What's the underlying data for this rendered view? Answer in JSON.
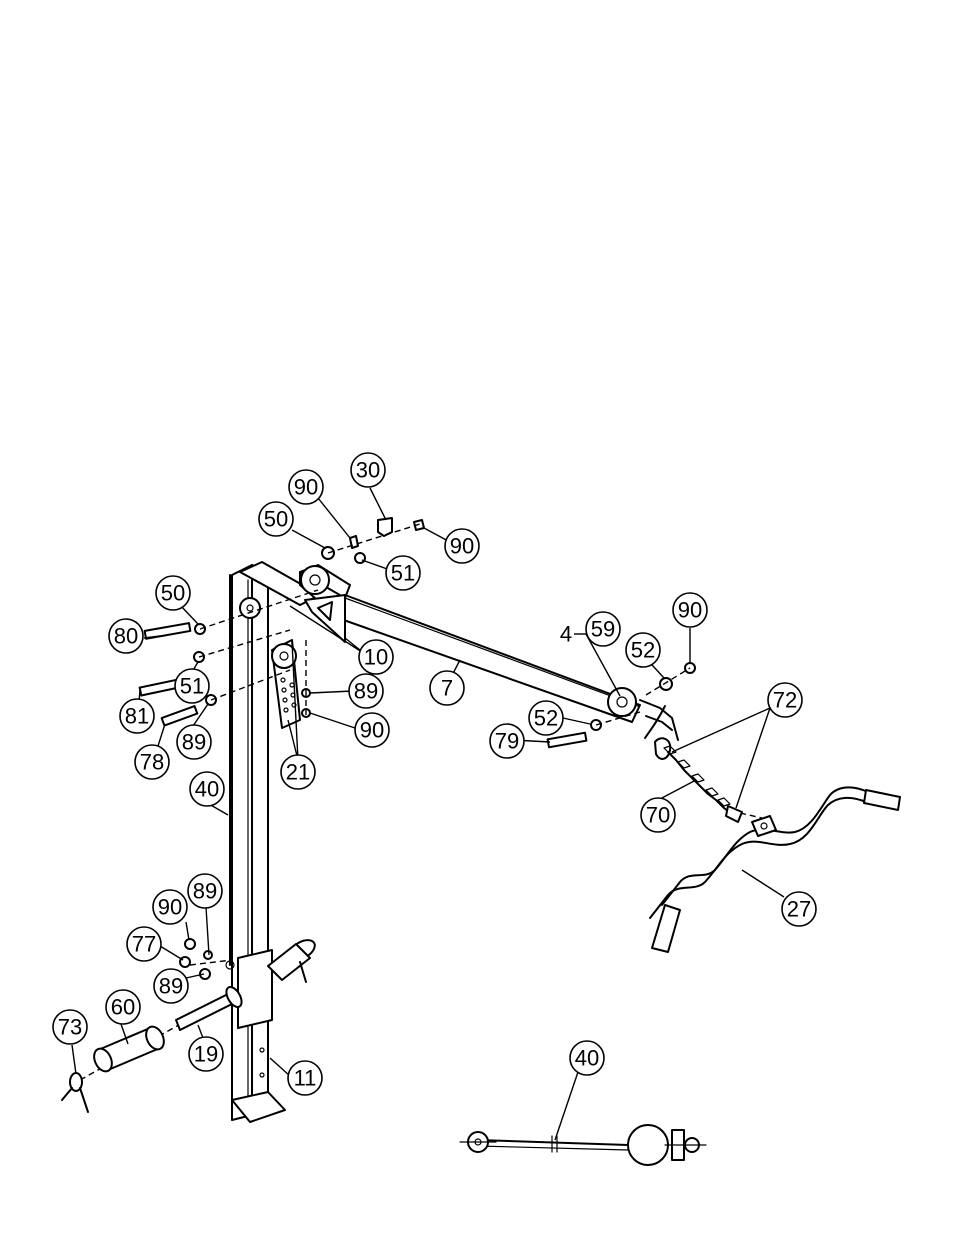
{
  "callouts": [
    {
      "id": "c30a",
      "label": "30"
    },
    {
      "id": "c90a",
      "label": "90"
    },
    {
      "id": "c50a",
      "label": "50"
    },
    {
      "id": "c90b",
      "label": "90"
    },
    {
      "id": "c51a",
      "label": "51"
    },
    {
      "id": "c50b",
      "label": "50"
    },
    {
      "id": "c80",
      "label": "80"
    },
    {
      "id": "c51b",
      "label": "51"
    },
    {
      "id": "c81",
      "label": "81"
    },
    {
      "id": "c89a",
      "label": "89"
    },
    {
      "id": "c78",
      "label": "78"
    },
    {
      "id": "c10",
      "label": "10"
    },
    {
      "id": "c89b",
      "label": "89"
    },
    {
      "id": "c90c",
      "label": "90"
    },
    {
      "id": "c21",
      "label": "21"
    },
    {
      "id": "c7",
      "label": "7"
    },
    {
      "id": "c59",
      "label": "59"
    },
    {
      "id": "c90d",
      "label": "90"
    },
    {
      "id": "c52a",
      "label": "52"
    },
    {
      "id": "c72",
      "label": "72"
    },
    {
      "id": "c52b",
      "label": "52"
    },
    {
      "id": "c79",
      "label": "79"
    },
    {
      "id": "c40a",
      "label": "40"
    },
    {
      "id": "c70",
      "label": "70"
    },
    {
      "id": "c27",
      "label": "27"
    },
    {
      "id": "c89c",
      "label": "89"
    },
    {
      "id": "c90e",
      "label": "90"
    },
    {
      "id": "c77",
      "label": "77"
    },
    {
      "id": "c89d",
      "label": "89"
    },
    {
      "id": "c60",
      "label": "60"
    },
    {
      "id": "c73",
      "label": "73"
    },
    {
      "id": "c19",
      "label": "19"
    },
    {
      "id": "c11",
      "label": "11"
    },
    {
      "id": "c40b",
      "label": "40"
    }
  ],
  "plain_labels": {
    "part_4": "4"
  }
}
